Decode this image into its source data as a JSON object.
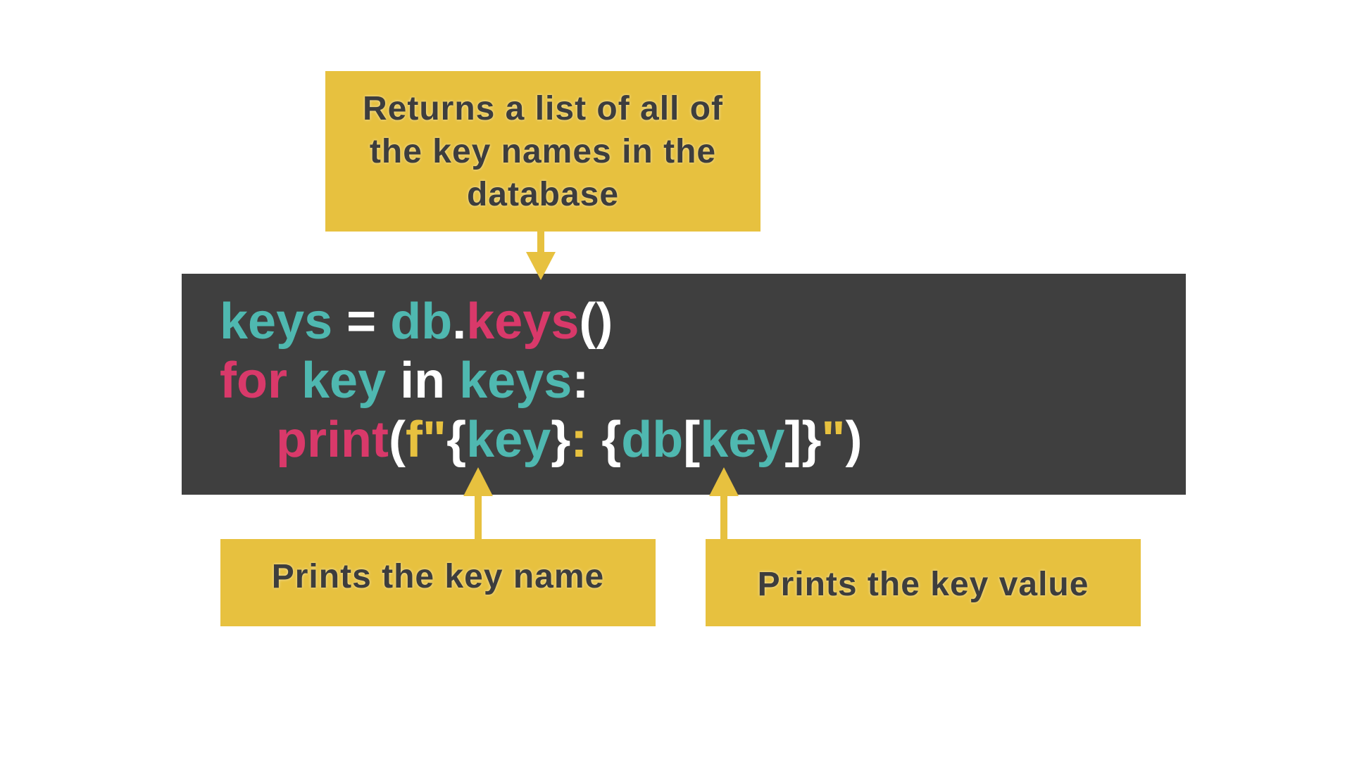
{
  "callouts": {
    "top": "Returns a list of all of the key names in the database",
    "key_name": "Prints the key name",
    "key_value": "Prints the key value"
  },
  "code": {
    "line1": [
      {
        "text": "keys",
        "color": "teal"
      },
      {
        "text": " = ",
        "color": "white"
      },
      {
        "text": "db",
        "color": "teal"
      },
      {
        "text": ".",
        "color": "white"
      },
      {
        "text": "keys",
        "color": "pink"
      },
      {
        "text": "()",
        "color": "white"
      }
    ],
    "line2": [
      {
        "text": "for",
        "color": "pink"
      },
      {
        "text": " ",
        "color": "white"
      },
      {
        "text": "key",
        "color": "teal"
      },
      {
        "text": " in ",
        "color": "white"
      },
      {
        "text": "keys",
        "color": "teal"
      },
      {
        "text": ":",
        "color": "white"
      }
    ],
    "line3": [
      {
        "text": "print",
        "color": "pink"
      },
      {
        "text": "(",
        "color": "white"
      },
      {
        "text": "f\"",
        "color": "yellow"
      },
      {
        "text": "{",
        "color": "white"
      },
      {
        "text": "key",
        "color": "teal"
      },
      {
        "text": "}",
        "color": "white"
      },
      {
        "text": ": ",
        "color": "yellow"
      },
      {
        "text": "{",
        "color": "white"
      },
      {
        "text": "db",
        "color": "teal"
      },
      {
        "text": "[",
        "color": "white"
      },
      {
        "text": "key",
        "color": "teal"
      },
      {
        "text": "]}",
        "color": "white"
      },
      {
        "text": "\"",
        "color": "yellow"
      },
      {
        "text": ")",
        "color": "white"
      }
    ]
  },
  "colors": {
    "callout_bg": "#e7c13f",
    "callout_text": "#3d3d3d",
    "code_bg": "#3f3f3f",
    "teal": "#4fb8b0",
    "pink": "#d9396a",
    "white": "#ffffff",
    "yellow": "#e7c13f"
  }
}
